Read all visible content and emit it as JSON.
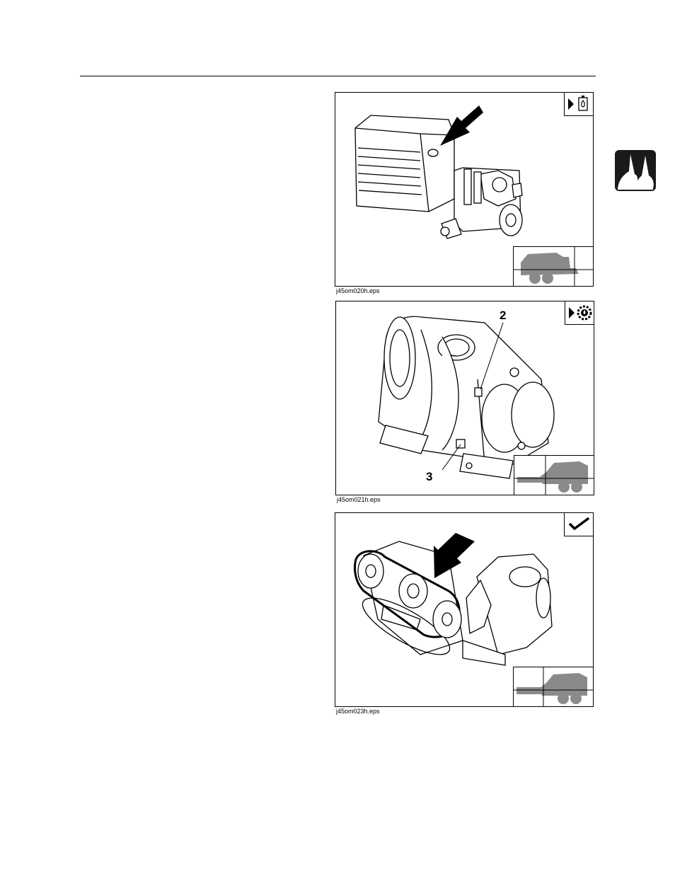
{
  "figures": [
    {
      "caption": "j45om020h.eps",
      "icon": "hydraulic-fluid-check-icon"
    },
    {
      "caption": "j45om021h.eps",
      "icon": "gear-oil-check-icon",
      "callouts": [
        "2",
        "3"
      ]
    },
    {
      "caption": "j45om023h.eps",
      "icon": "checkmark-icon"
    }
  ],
  "section_tab_icon": "fluid-drops-icon",
  "colors": {
    "ink": "#000000",
    "tab": "#1a1a1a",
    "silhouette": "#8a8a8a"
  }
}
